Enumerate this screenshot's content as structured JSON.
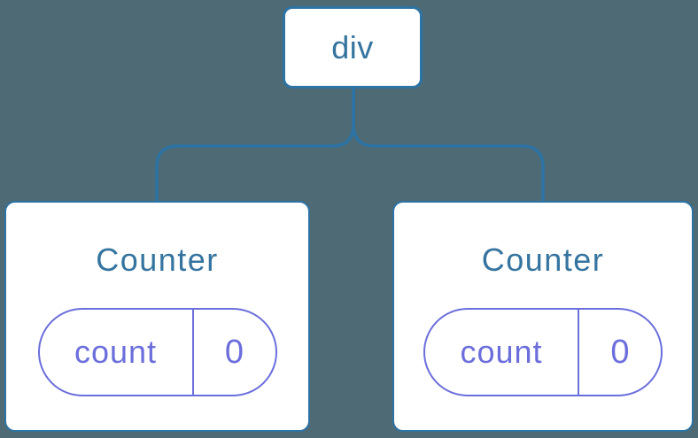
{
  "colors": {
    "background": "#4d6a75",
    "card_bg": "#ffffff",
    "connector_blue": "#2d73a4",
    "label_blue": "#35749f",
    "state_purple": "#6b6edb"
  },
  "tree": {
    "root": {
      "label": "div"
    },
    "children": [
      {
        "label": "Counter",
        "state": {
          "key": "count",
          "value": "0"
        }
      },
      {
        "label": "Counter",
        "state": {
          "key": "count",
          "value": "0"
        }
      }
    ]
  }
}
